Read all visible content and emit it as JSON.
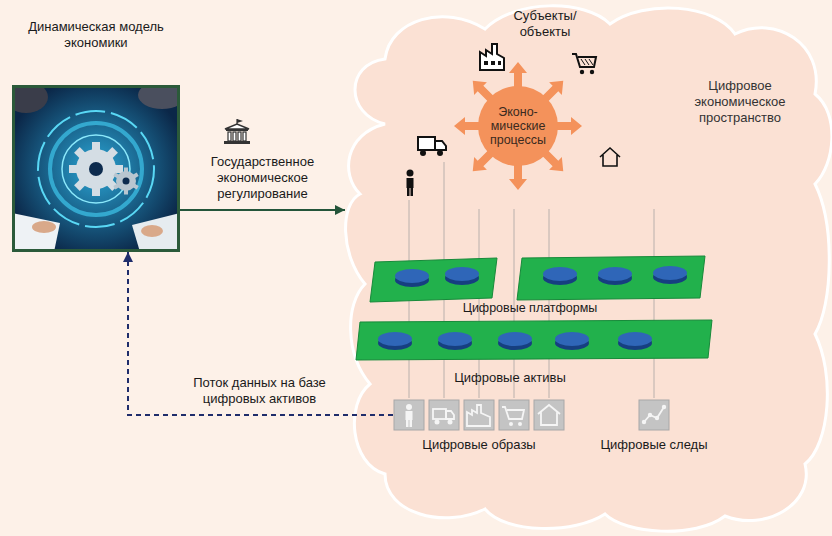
{
  "diagram": {
    "nodes": [
      {
        "text": [
          "Динамическая модель экономики"
        ]
      },
      {
        "text": [
          "Цифровое экономическое пространство"
        ]
      },
      {
        "text": [
          "Эконо- мические процессы"
        ],
        "in": 1
      },
      {
        "text": [
          "Цифровые образы"
        ],
        "in": 1
      },
      {
        "text": [
          "Цифровые следы"
        ],
        "in": 1
      }
    ],
    "edges": [
      {
        "from": 0,
        "to": 1,
        "arrow": "to",
        "label": "Государственное экономическое регулирование"
      },
      {
        "from": 3,
        "to": 0,
        "arrow": "to",
        "label": "Поток данных на базе цифровых активов"
      }
    ],
    "labels": [
      "Субъекты/ объекты",
      "Цифровые платформы",
      "Цифровые активы"
    ]
  }
}
